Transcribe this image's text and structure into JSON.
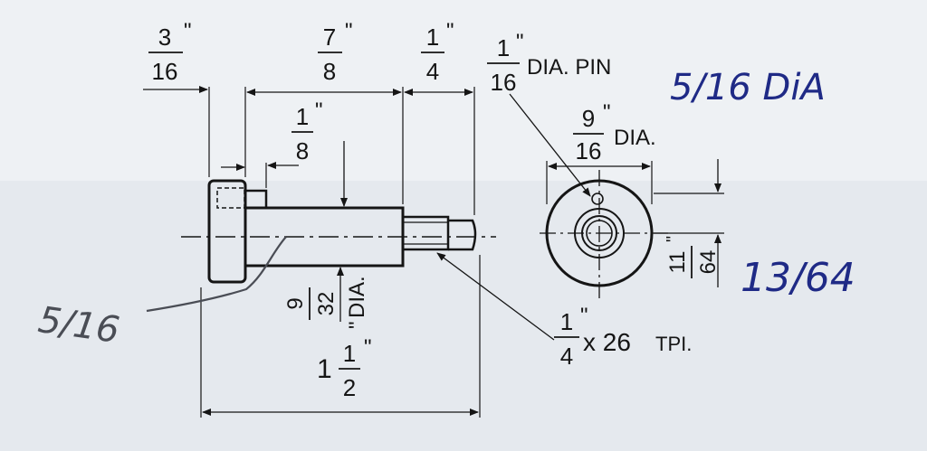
{
  "colors": {
    "paper": "#eef1f4",
    "paper_shadow": "#dfe4e9",
    "ink": "#151515",
    "handwriting_blue": "#1f2a86",
    "handwriting_grey": "#4a4d55"
  },
  "dims": {
    "head_width": {
      "num": "3",
      "den": "16",
      "mark": "\""
    },
    "shank_length": {
      "num": "7",
      "den": "8",
      "mark": "\""
    },
    "thread_length": {
      "num": "1",
      "den": "4",
      "mark": "\""
    },
    "pin_dia": {
      "num": "1",
      "den": "16",
      "mark": "\"",
      "suffix": "DIA. PIN"
    },
    "step": {
      "num": "1",
      "den": "8",
      "mark": "\""
    },
    "end_view_dia": {
      "num": "9",
      "den": "16",
      "mark": "\"",
      "suffix": "DIA."
    },
    "shank_dia": {
      "num": "9",
      "den": "32",
      "mark": "\"",
      "suffix": "DIA."
    },
    "end_view_offset": {
      "num": "11",
      "den": "64",
      "mark": "\""
    },
    "thread_spec": {
      "num": "1",
      "den": "4",
      "mark": "\"",
      "suffix": "x 26",
      "tpi": "TPI."
    },
    "overall_length": {
      "whole": "1",
      "num": "1",
      "den": "2",
      "mark": "\""
    }
  },
  "handwritten": {
    "end_view_dia_note": "5/16 DiA",
    "offset_note": "13/64",
    "head_note": "5/16"
  }
}
